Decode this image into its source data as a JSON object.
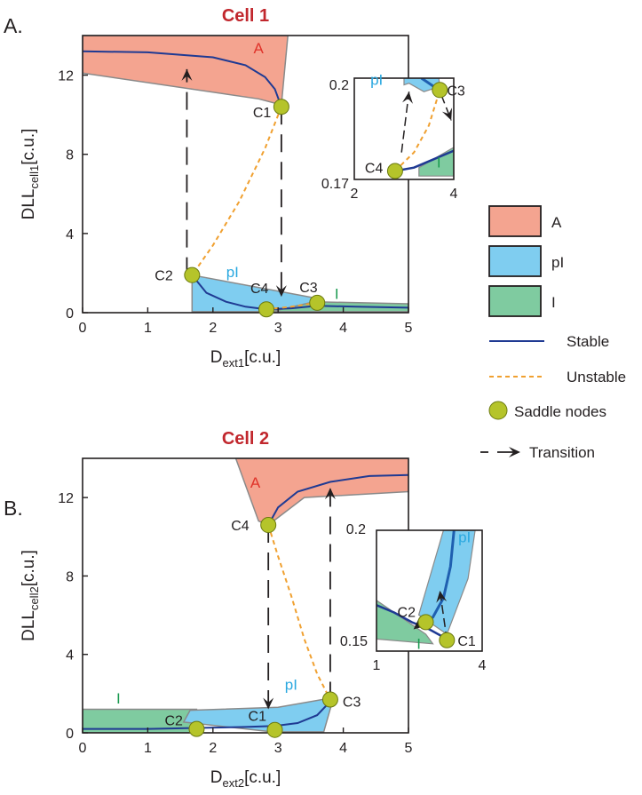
{
  "colors": {
    "A": "#f4a490",
    "pI": "#7fcdf0",
    "I": "#7fcba0",
    "stable": "#1f3a93",
    "unstable": "#f0a030",
    "saddle": "#b5c42a",
    "A_text": "#e0332a",
    "pI_text": "#2aa8e0",
    "I_text": "#1a9a50"
  },
  "chart_data": [
    {
      "panel": "A.",
      "title": "Cell 1",
      "type": "line",
      "xlabel": "D",
      "xlabel_sub": "ext1",
      "xlabel_unit": "[c.u.]",
      "ylabel": "DLL",
      "ylabel_sub": "cell1",
      "ylabel_unit": "[c.u.]",
      "xlim": [
        0,
        5
      ],
      "ylim": [
        0,
        14
      ],
      "xticks": [
        "0",
        "1",
        "2",
        "3",
        "4",
        "5"
      ],
      "yticks": [
        "0",
        "4",
        "8",
        "12"
      ],
      "region_labels": [
        {
          "text": "A",
          "x": 2.7,
          "y": 13.1,
          "color": "A_text"
        },
        {
          "text": "pI",
          "x": 2.3,
          "y": 1.8,
          "color": "pI_text"
        },
        {
          "text": "I",
          "x": 3.9,
          "y": 0.7,
          "color": "I_text"
        }
      ],
      "regions": [
        {
          "name": "A",
          "points": [
            [
              0,
              14
            ],
            [
              3.15,
              14
            ],
            [
              3.05,
              10.5
            ],
            [
              2.7,
              10.8
            ],
            [
              0,
              12.1
            ]
          ]
        },
        {
          "name": "pI",
          "points": [
            [
              1.68,
              1.9
            ],
            [
              3.55,
              0.75
            ],
            [
              3.55,
              0.05
            ],
            [
              1.68,
              0.05
            ]
          ]
        },
        {
          "name": "I",
          "points": [
            [
              2.9,
              0.05
            ],
            [
              5,
              0.05
            ],
            [
              5,
              0.45
            ],
            [
              3.55,
              0.55
            ]
          ]
        }
      ],
      "stable": [
        {
          "x": [
            0,
            1,
            2,
            2.5,
            2.8,
            2.95,
            3.05
          ],
          "y": [
            13.2,
            13.15,
            12.9,
            12.5,
            11.9,
            11.3,
            10.4
          ]
        },
        {
          "x": [
            1.68,
            1.9,
            2.2,
            2.5,
            2.82
          ],
          "y": [
            1.9,
            1.0,
            0.55,
            0.3,
            0.17
          ]
        },
        {
          "x": [
            2.82,
            3.2,
            3.6,
            4.2,
            5
          ],
          "y": [
            0.17,
            0.22,
            0.35,
            0.3,
            0.25
          ]
        }
      ],
      "unstable": [
        {
          "x": [
            3.05,
            2.8,
            2.4,
            2.0,
            1.68
          ],
          "y": [
            10.4,
            8.3,
            5.6,
            3.4,
            1.9
          ]
        },
        {
          "x": [
            2.82,
            3.2,
            3.6
          ],
          "y": [
            0.17,
            0.3,
            0.5
          ]
        }
      ],
      "saddle_nodes": [
        {
          "label": "C1",
          "x": 3.05,
          "y": 10.4
        },
        {
          "label": "C2",
          "x": 1.68,
          "y": 1.9
        },
        {
          "label": "C3",
          "x": 3.6,
          "y": 0.5
        },
        {
          "label": "C4",
          "x": 2.82,
          "y": 0.17
        }
      ],
      "transitions": [
        {
          "x": 1.6,
          "y_from": 1.9,
          "y_to": 12.3,
          "direction": "up"
        },
        {
          "x": 3.05,
          "y_from": 10.4,
          "y_to": 0.8,
          "direction": "down"
        }
      ],
      "inset": {
        "xlim": [
          2,
          4
        ],
        "ylim": [
          0.17,
          0.2
        ],
        "xticks": [
          "2",
          "4"
        ],
        "yticks": [
          "0.17",
          "0.2"
        ],
        "region_labels": [
          {
            "text": "pI",
            "x": 2.45,
            "y": 0.198,
            "color": "pI_text"
          },
          {
            "text": "I",
            "x": 3.7,
            "y": 0.1735,
            "color": "I_text"
          }
        ],
        "regions": [
          {
            "name": "pI",
            "points": [
              [
                3.0,
                0.2
              ],
              [
                3.7,
                0.2
              ],
              [
                3.72,
                0.1975
              ],
              [
                3.4,
                0.196
              ],
              [
                3.1,
                0.1985
              ],
              [
                3.0,
                0.198
              ]
            ]
          },
          {
            "name": "I",
            "points": [
              [
                3.3,
                0.1735
              ],
              [
                4,
                0.1795
              ],
              [
                4,
                0.171
              ],
              [
                3.3,
                0.171
              ]
            ]
          }
        ],
        "stable": [
          {
            "x": [
              3.35,
              3.45,
              3.6,
              3.72
            ],
            "y": [
              0.2,
              0.199,
              0.1975,
              0.1965
            ]
          },
          {
            "x": [
              2.82,
              3.2,
              3.6,
              4.0
            ],
            "y": [
              0.1725,
              0.1735,
              0.176,
              0.1785
            ]
          }
        ],
        "unstable": [
          {
            "x": [
              2.82,
              3.2,
              3.5,
              3.72
            ],
            "y": [
              0.1725,
              0.178,
              0.186,
              0.1965
            ]
          }
        ],
        "saddle_nodes": [
          {
            "label": "C3",
            "x": 3.72,
            "y": 0.1965
          },
          {
            "label": "C4",
            "x": 2.82,
            "y": 0.1725
          }
        ],
        "transitions": [
          {
            "x1": 2.95,
            "y1": 0.178,
            "x2": 3.1,
            "y2": 0.196,
            "direction": "up"
          },
          {
            "x1": 3.75,
            "y1": 0.195,
            "x2": 3.95,
            "y2": 0.1875,
            "direction": "down"
          }
        ]
      }
    },
    {
      "panel": "B.",
      "title": "Cell 2",
      "type": "line",
      "xlabel": "D",
      "xlabel_sub": "ext2",
      "xlabel_unit": "[c.u.]",
      "ylabel": "DLL",
      "ylabel_sub": "cell2",
      "ylabel_unit": "[c.u.]",
      "xlim": [
        0,
        5
      ],
      "ylim": [
        0,
        14
      ],
      "xticks": [
        "0",
        "1",
        "2",
        "3",
        "4",
        "5"
      ],
      "yticks": [
        "0",
        "4",
        "8",
        "12"
      ],
      "region_labels": [
        {
          "text": "A",
          "x": 2.65,
          "y": 12.5,
          "color": "A_text"
        },
        {
          "text": "pI",
          "x": 3.2,
          "y": 2.2,
          "color": "pI_text"
        },
        {
          "text": "I",
          "x": 0.55,
          "y": 1.5,
          "color": "I_text"
        }
      ],
      "regions": [
        {
          "name": "A",
          "points": [
            [
              2.35,
              14
            ],
            [
              5,
              14
            ],
            [
              5,
              12.3
            ],
            [
              3.4,
              12.0
            ],
            [
              2.85,
              10.6
            ],
            [
              2.7,
              10.8
            ]
          ]
        },
        {
          "name": "I",
          "points": [
            [
              0,
              1.2
            ],
            [
              1.75,
              1.2
            ],
            [
              1.75,
              0.0
            ],
            [
              0,
              0.0
            ]
          ]
        },
        {
          "name": "pI",
          "points": [
            [
              1.55,
              0.55
            ],
            [
              1.65,
              1.15
            ],
            [
              3.0,
              1.3
            ],
            [
              3.85,
              1.8
            ],
            [
              3.7,
              0.05
            ],
            [
              2.9,
              0.05
            ]
          ]
        }
      ],
      "stable": [
        {
          "x": [
            2.85,
            3.0,
            3.3,
            3.8,
            4.4,
            5.0
          ],
          "y": [
            10.6,
            11.5,
            12.3,
            12.8,
            13.1,
            13.15
          ]
        },
        {
          "x": [
            0,
            1.0,
            1.75,
            2.5,
            2.95,
            3.3,
            3.6,
            3.8
          ],
          "y": [
            0.2,
            0.2,
            0.25,
            0.3,
            0.35,
            0.5,
            0.9,
            1.6
          ]
        }
      ],
      "unstable": [
        {
          "x": [
            2.85,
            3.0,
            3.2,
            3.4,
            3.6,
            3.8
          ],
          "y": [
            10.6,
            9.0,
            7.0,
            4.8,
            3.0,
            1.7
          ]
        }
      ],
      "saddle_nodes": [
        {
          "label": "C1",
          "x": 2.95,
          "y": 0.15
        },
        {
          "label": "C2",
          "x": 1.75,
          "y": 0.2
        },
        {
          "label": "C3",
          "x": 3.8,
          "y": 1.7
        },
        {
          "label": "C4",
          "x": 2.85,
          "y": 10.6
        }
      ],
      "transitions": [
        {
          "x": 2.85,
          "y_from": 10.6,
          "y_to": 1.2,
          "direction": "down"
        },
        {
          "x": 3.8,
          "y_from": 1.7,
          "y_to": 12.5,
          "direction": "up"
        }
      ],
      "inset": {
        "xlim": [
          1,
          4
        ],
        "ylim": [
          0.15,
          0.2
        ],
        "xticks": [
          "1",
          "4"
        ],
        "yticks": [
          "0.15",
          "0.2"
        ],
        "region_labels": [
          {
            "text": "pI",
            "x": 3.5,
            "y": 0.195,
            "color": "pI_text"
          },
          {
            "text": "I",
            "x": 2.2,
            "y": 0.151,
            "color": "I_text"
          }
        ],
        "regions": [
          {
            "name": "pI",
            "points": [
              [
                2.2,
                0.165
              ],
              [
                2.9,
                0.2
              ],
              [
                3.8,
                0.2
              ],
              [
                3.6,
                0.18
              ],
              [
                3.0,
                0.157
              ]
            ]
          },
          {
            "name": "I",
            "points": [
              [
                1.0,
                0.171
              ],
              [
                1.0,
                0.155
              ],
              [
                2.6,
                0.153
              ],
              [
                2.4,
                0.157
              ]
            ]
          }
        ],
        "stable": [
          {
            "x": [
              3.2,
              3.1,
              2.9,
              2.6,
              2.35
            ],
            "y": [
              0.2,
              0.185,
              0.172,
              0.164,
              0.162
            ]
          },
          {
            "x": [
              1.0,
              1.5,
              2.0,
              2.5,
              3.0
            ],
            "y": [
              0.169,
              0.166,
              0.162,
              0.159,
              0.155
            ]
          }
        ],
        "unstable": [],
        "saddle_nodes": [
          {
            "label": "C2",
            "x": 2.4,
            "y": 0.162
          },
          {
            "label": "C1",
            "x": 3.0,
            "y": 0.1545
          }
        ],
        "transitions": [
          {
            "x1": 2.3,
            "y1": 0.162,
            "x2": 2.05,
            "y2": 0.159,
            "direction": "left"
          },
          {
            "x1": 3.0,
            "y1": 0.1545,
            "x2": 2.8,
            "y2": 0.175,
            "direction": "up"
          }
        ]
      }
    }
  ],
  "legend": {
    "items": [
      {
        "kind": "patch",
        "key": "A",
        "label": "A"
      },
      {
        "kind": "patch",
        "key": "pI",
        "label": "pI"
      },
      {
        "kind": "patch",
        "key": "I",
        "label": "I"
      },
      {
        "kind": "line",
        "key": "stable",
        "label": "Stable"
      },
      {
        "kind": "dashed",
        "key": "unstable",
        "label": "Unstable"
      },
      {
        "kind": "dot",
        "key": "saddle",
        "label": "Saddle nodes"
      },
      {
        "kind": "arrow",
        "key": "transition",
        "label": "Transition"
      }
    ]
  }
}
